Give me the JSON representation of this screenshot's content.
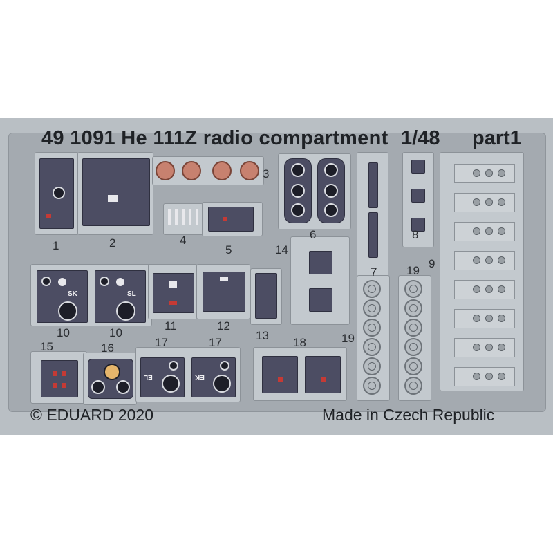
{
  "sheet": {
    "code": "49",
    "number": "1091",
    "title": "He 111Z radio compartment",
    "scale": "1/48",
    "part": "part1",
    "brand": "eduard",
    "copyright": "© EDUARD 2020",
    "origin": "Made in Czech Republic"
  },
  "part_numbers": [
    "1",
    "2",
    "3",
    "4",
    "5",
    "6",
    "7",
    "8",
    "9",
    "10",
    "10",
    "11",
    "12",
    "13",
    "14",
    "15",
    "16",
    "17",
    "17",
    "18",
    "19",
    "19"
  ],
  "panel_labels": {
    "sk": "SK",
    "sl": "SL",
    "el": "EL",
    "ek": "EK"
  },
  "colors": {
    "fret": "#b9bfc4",
    "panel": "#4c4d63",
    "copper": "#c7816f",
    "accent_red": "#c53a35"
  }
}
